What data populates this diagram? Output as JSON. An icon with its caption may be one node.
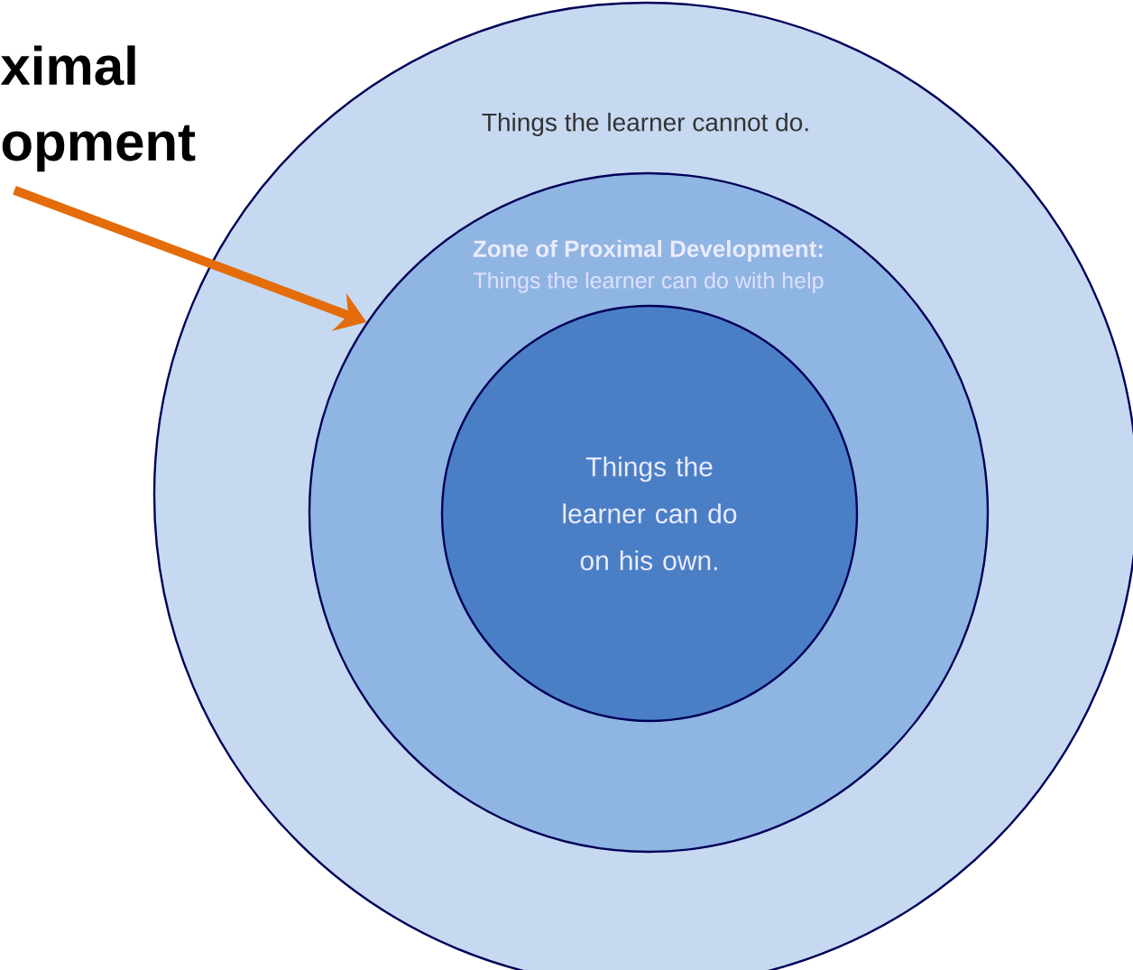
{
  "diagram": {
    "nodes": [
      {
        "text": [
          "ximal opment"
        ]
      },
      {
        "text": [
          "Things the learner cannot do."
        ]
      },
      {
        "text": [
          "Zone of Proximal Development:",
          "Things the learner can do with help"
        ],
        "in": 1
      },
      {
        "text": [
          "Things the learner can do on his own."
        ],
        "in": 2
      }
    ],
    "edges": [
      {
        "from": 0,
        "to": 2,
        "arrow": "to",
        "color": "#e46c0a"
      }
    ]
  }
}
